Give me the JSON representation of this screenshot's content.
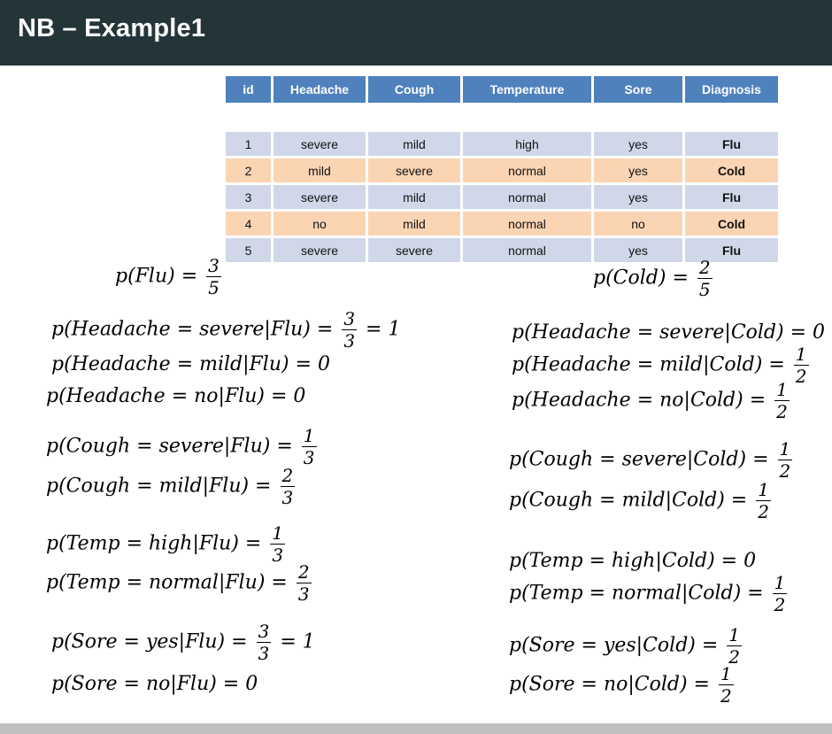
{
  "title": "NB – Example1",
  "table": {
    "headers": [
      "id",
      "Headache",
      "Cough",
      "Temperature",
      "Sore",
      "Diagnosis"
    ],
    "rows": [
      [
        "1",
        "severe",
        "mild",
        "high",
        "yes",
        "Flu"
      ],
      [
        "2",
        "mild",
        "severe",
        "normal",
        "yes",
        "Cold"
      ],
      [
        "3",
        "severe",
        "mild",
        "normal",
        "yes",
        "Flu"
      ],
      [
        "4",
        "no",
        "mild",
        "normal",
        "no",
        "Cold"
      ],
      [
        "5",
        "severe",
        "severe",
        "normal",
        "yes",
        "Flu"
      ]
    ]
  },
  "colors": {
    "title_bar": "#243539",
    "table_header": "#4f81bd",
    "row_blue": "#d0d7e8",
    "row_orange": "#fbd4b4"
  },
  "equations": {
    "flu": {
      "prior": {
        "lhs": "p(Flu) =",
        "num": "3",
        "den": "5"
      },
      "headache_severe": {
        "lhs": "p(Headache = severe|Flu) =",
        "num": "3",
        "den": "3",
        "rhs": "= 1"
      },
      "headache_mild": {
        "lhs": "p(Headache = mild|Flu) = 0"
      },
      "headache_no": {
        "lhs": "p(Headache = no|Flu) = 0"
      },
      "cough_severe": {
        "lhs": "p(Cough = severe|Flu) =",
        "num": "1",
        "den": "3"
      },
      "cough_mild": {
        "lhs": "p(Cough = mild|Flu) =",
        "num": "2",
        "den": "3"
      },
      "temp_high": {
        "lhs": "p(Temp = high|Flu) =",
        "num": "1",
        "den": "3"
      },
      "temp_normal": {
        "lhs": "p(Temp = normal|Flu) =",
        "num": "2",
        "den": "3"
      },
      "sore_yes": {
        "lhs": "p(Sore = yes|Flu) =",
        "num": "3",
        "den": "3",
        "rhs": "= 1"
      },
      "sore_no": {
        "lhs": "p(Sore = no|Flu) = 0"
      }
    },
    "cold": {
      "prior": {
        "lhs": "p(Cold) =",
        "num": "2",
        "den": "5"
      },
      "headache_severe": {
        "lhs": "p(Headache = severe|Cold) = 0"
      },
      "headache_mild": {
        "lhs": "p(Headache = mild|Cold) =",
        "num": "1",
        "den": "2"
      },
      "headache_no": {
        "lhs": "p(Headache = no|Cold) =",
        "num": "1",
        "den": "2"
      },
      "cough_severe": {
        "lhs": "p(Cough = severe|Cold) =",
        "num": "1",
        "den": "2"
      },
      "cough_mild": {
        "lhs": "p(Cough = mild|Cold) =",
        "num": "1",
        "den": "2"
      },
      "temp_high": {
        "lhs": "p(Temp = high|Cold) = 0"
      },
      "temp_normal": {
        "lhs": "p(Temp = normal|Cold) =",
        "num": "1",
        "den": "2"
      },
      "sore_yes": {
        "lhs": "p(Sore = yes|Cold) =",
        "num": "1",
        "den": "2"
      },
      "sore_no": {
        "lhs": "p(Sore = no|Cold) =",
        "num": "1",
        "den": "2"
      }
    }
  }
}
